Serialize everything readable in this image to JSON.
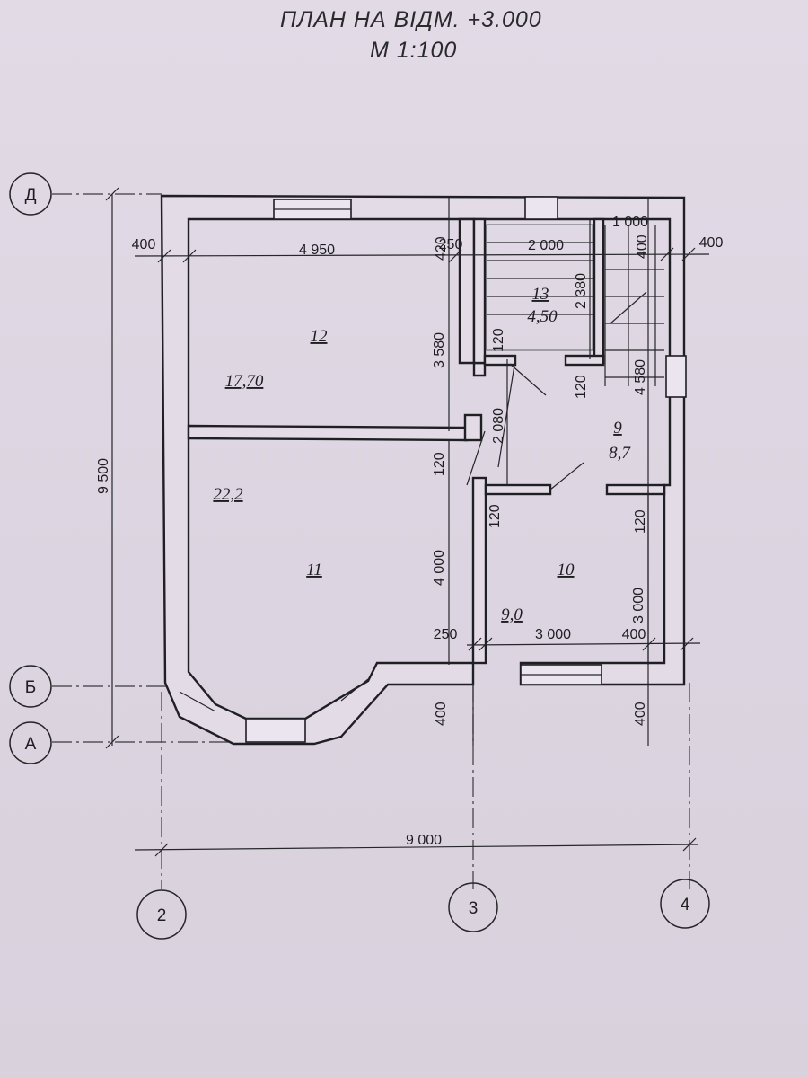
{
  "title": {
    "line1": "ПЛАН НА ВІДМ. +3.000",
    "line2": "М 1:100"
  },
  "axes": {
    "rows": [
      "Д",
      "Б",
      "А"
    ],
    "cols": [
      "2",
      "3",
      "4"
    ]
  },
  "rooms": [
    {
      "number": "12",
      "area": "17,70"
    },
    {
      "number": "11",
      "area": "22,2"
    },
    {
      "number": "13",
      "area": "4,50"
    },
    {
      "number": "9",
      "area": "8,7"
    },
    {
      "number": "10",
      "area": "9,0"
    }
  ],
  "dimensions": {
    "top_left_wall": "400",
    "room12_width": "4 950",
    "top_partition_250": "250",
    "top_420": "420",
    "stair_width": "2 000",
    "top_1000": "1 000",
    "top_400_inner": "400",
    "top_right_wall": "400",
    "room12_height": "3 580",
    "stair_height": "2 380",
    "wall_120_a": "120",
    "wall_120_b": "120",
    "corridor_height": "4 580",
    "corridor_2080": "2 080",
    "wall_120_c": "120",
    "wall_120_d": "120",
    "wall_120_e": "120",
    "room11_height": "4 000",
    "room10_height": "3 000",
    "bottom_250": "250",
    "room10_width": "3 000",
    "bottom_right_400": "400",
    "bottom_400_left": "400",
    "bottom_400_right": "400",
    "total_height": "9 500",
    "total_width": "9 000"
  }
}
